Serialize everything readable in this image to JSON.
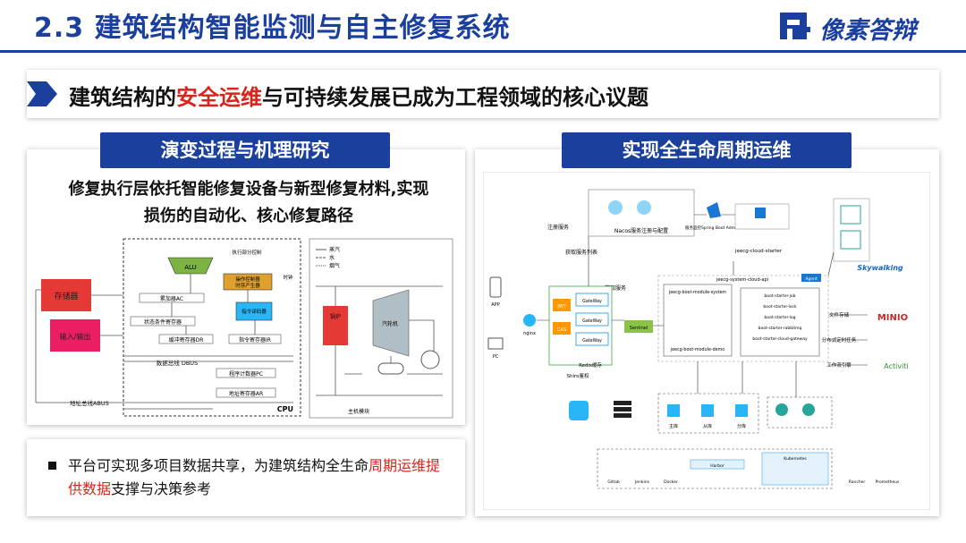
{
  "header": {
    "title": "2.3  建筑结构智能监测与自主修复系统",
    "brand": "像素答辩"
  },
  "banner": {
    "text_before": "建筑结构的",
    "text_highlight": "安全运维",
    "text_after": "与可持续发展已成为工程领域的核心议题"
  },
  "left_panel": {
    "tab": "演变过程与机理研究",
    "text_line1": "修复执行层依托智能修复设备与新型修复材料,实现",
    "text_line2": "损伤的自动化、核心修复路径"
  },
  "right_panel": {
    "tab": "实现全生命周期运维"
  },
  "bullet": {
    "text_before": "平台可实现多项目数据共享，为建筑结构全生命",
    "text_highlight": "周期运维提供数据",
    "text_after": "支撑与决策参考"
  },
  "cpu_diagram": {
    "storage": "存储器",
    "io": "输入/输出",
    "alu": "ALU",
    "ac": "累加器AC",
    "psw": "状态条件寄存器",
    "dr": "缓冲寄存器DR",
    "ir": "指令寄存器IR",
    "decoder": "操作控制器",
    "timing": "时序产生器",
    "instr_decoder": "指令译码器",
    "pc": "程序计数器PC",
    "ar": "地址寄存器AR",
    "dbus": "数据总线 DBUS",
    "abus": "地址总线ABUS",
    "cpu": "CPU",
    "ctrl_signals": "执行部分控制",
    "clock": "时钟"
  },
  "plant_diagram": {
    "legend": [
      "蒸汽",
      "水",
      "烟气"
    ],
    "boiler": "锅炉",
    "turbine": "汽轮机",
    "bottom": "主机模块"
  },
  "arch_diagram": {
    "nacos": "Nacos服务注册与配置",
    "register": "注册服务",
    "fetch_list": "获取服务列表",
    "fetch_svc": "获取服务",
    "boot_admin": "服务监控Spring Boot Admin",
    "starter": "jeecg-cloud-starter",
    "gateway_group": "jeecg-system-cloud-api",
    "agent": "Agent",
    "redis": "Redis缓存",
    "shiro": "Shiro鉴权",
    "nginx": "nginx",
    "app": "APP",
    "pc": "PC",
    "gateway": "GateWay",
    "jwt": "JWT",
    "cas": "CAS",
    "sentinel": "Sentinel",
    "module_system": "jeecg-boot-module-system",
    "module_demo": "jeecg-boot-module-demo",
    "starters": [
      "boot-starter-job",
      "boot-starter-lock",
      "boot-starter-log",
      "boot-starter-rabbitmq",
      "boot-starter-cloud-gateway"
    ],
    "file_store": "文件存储",
    "distributed_task": "分布式定时任务",
    "workflow": "工作流引擎",
    "skywalking": "Skywalking",
    "minio": "MINIO",
    "activiti": "Activiti",
    "db_nodes": [
      "主库",
      "从库",
      "分库"
    ],
    "pipeline": [
      "Gitlab",
      "Jenkins",
      "Docker",
      "Harbor",
      "Kubernetes",
      "Rancher",
      "Prometheus"
    ]
  }
}
